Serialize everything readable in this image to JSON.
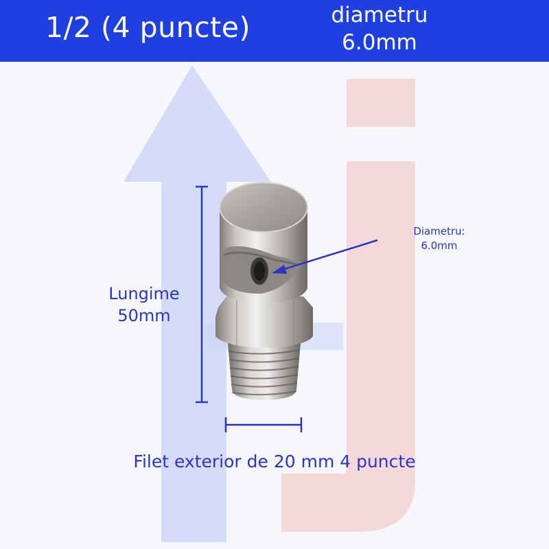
{
  "header": {
    "title": "1/2 (4 puncte)",
    "diameter_line1": "diametru",
    "diameter_line2": "6.0mm"
  },
  "annotations": {
    "length_line1": "Lungime",
    "length_line2": "50mm",
    "diameter_line1": "Diametru:",
    "diameter_line2": "6.0mm",
    "thread": "Filet exterior de 20 mm 4 puncte"
  },
  "colors": {
    "header_bg": "#1f3fe0",
    "annotation_text": "#2a35c8",
    "dimension_lines": "#2a35c8",
    "watermark_blue": "#c9d3f6",
    "watermark_red": "#f4d2d2"
  }
}
